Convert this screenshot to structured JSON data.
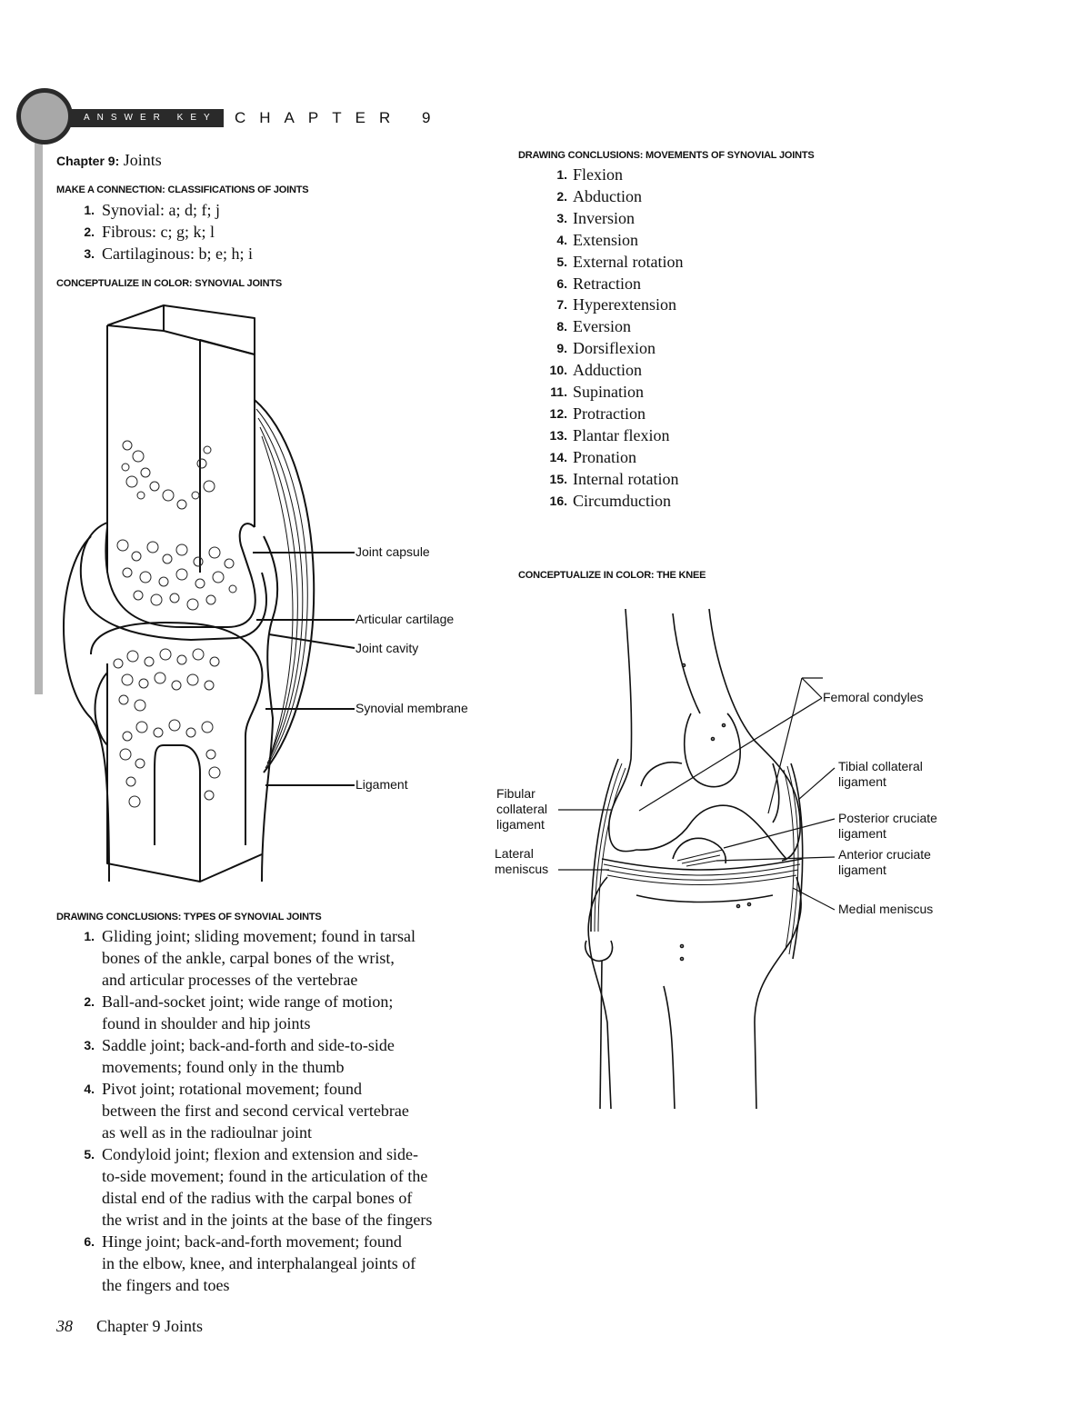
{
  "header": {
    "answer_key": "ANSWER KEY",
    "chapter_label": "CHAPTER 9"
  },
  "chapter_title": {
    "prefix": "Chapter 9:",
    "name": "Joints"
  },
  "sections": {
    "classifications": {
      "heading": "MAKE A CONNECTION: CLASSIFICATIONS OF JOINTS",
      "items": [
        {
          "num": "1.",
          "text": "Synovial: a; d; f; j"
        },
        {
          "num": "2.",
          "text": "Fibrous: c; g; k; l"
        },
        {
          "num": "3.",
          "text": "Cartilaginous: b; e; h; i"
        }
      ]
    },
    "synovial_color": {
      "heading": "CONCEPTUALIZE IN COLOR: SYNOVIAL JOINTS",
      "labels": [
        "Joint capsule",
        "Articular cartilage",
        "Joint cavity",
        "Synovial membrane",
        "Ligament"
      ]
    },
    "types": {
      "heading": "DRAWING CONCLUSIONS: TYPES OF SYNOVIAL JOINTS",
      "items": [
        {
          "num": "1.",
          "lines": [
            "Gliding joint; sliding movement; found in tarsal",
            "bones of the ankle, carpal bones of the wrist,",
            "and articular processes of the vertebrae"
          ]
        },
        {
          "num": "2.",
          "lines": [
            "Ball-and-socket joint; wide range of motion;",
            "found in shoulder and hip joints"
          ]
        },
        {
          "num": "3.",
          "lines": [
            "Saddle joint; back-and-forth and side-to-side",
            "movements; found only in the thumb"
          ]
        },
        {
          "num": "4.",
          "lines": [
            "Pivot joint; rotational movement; found",
            "between the first and second cervical vertebrae",
            "as well as in the radioulnar joint"
          ]
        },
        {
          "num": "5.",
          "lines": [
            "Condyloid joint; flexion and extension and side-",
            "to-side movement; found in the articulation of the",
            "distal end of the radius with the carpal bones of",
            "the wrist and in the joints at the base of the fingers"
          ]
        },
        {
          "num": "6.",
          "lines": [
            "Hinge joint; back-and-forth movement; found",
            "in the elbow, knee, and interphalangeal joints of",
            "the fingers and toes"
          ]
        }
      ]
    },
    "movements": {
      "heading": "DRAWING CONCLUSIONS: MOVEMENTS OF SYNOVIAL JOINTS",
      "items": [
        {
          "num": "1.",
          "text": "Flexion"
        },
        {
          "num": "2.",
          "text": "Abduction"
        },
        {
          "num": "3.",
          "text": "Inversion"
        },
        {
          "num": "4.",
          "text": "Extension"
        },
        {
          "num": "5.",
          "text": "External rotation"
        },
        {
          "num": "6.",
          "text": "Retraction"
        },
        {
          "num": "7.",
          "text": "Hyperextension"
        },
        {
          "num": "8.",
          "text": "Eversion"
        },
        {
          "num": "9.",
          "text": "Dorsiflexion"
        },
        {
          "num": "10.",
          "text": "Adduction"
        },
        {
          "num": "11.",
          "text": "Supination"
        },
        {
          "num": "12.",
          "text": "Protraction"
        },
        {
          "num": "13.",
          "text": "Plantar flexion"
        },
        {
          "num": "14.",
          "text": "Pronation"
        },
        {
          "num": "15.",
          "text": "Internal rotation"
        },
        {
          "num": "16.",
          "text": "Circumduction"
        }
      ]
    },
    "knee_color": {
      "heading": "CONCEPTUALIZE IN COLOR: THE KNEE",
      "labels": {
        "femoral_condyles": "Femoral condyles",
        "tibial_collateral": [
          "Tibial collateral",
          "ligament"
        ],
        "posterior_cruciate": [
          "Posterior cruciate",
          "ligament"
        ],
        "anterior_cruciate": [
          "Anterior cruciate",
          "ligament"
        ],
        "medial_meniscus": "Medial meniscus",
        "fibular_collateral": [
          "Fibular",
          "collateral",
          "ligament"
        ],
        "lateral_meniscus": [
          "Lateral",
          "meniscus"
        ]
      }
    }
  },
  "footer": {
    "page_number": "38",
    "title": "Chapter 9 Joints"
  }
}
